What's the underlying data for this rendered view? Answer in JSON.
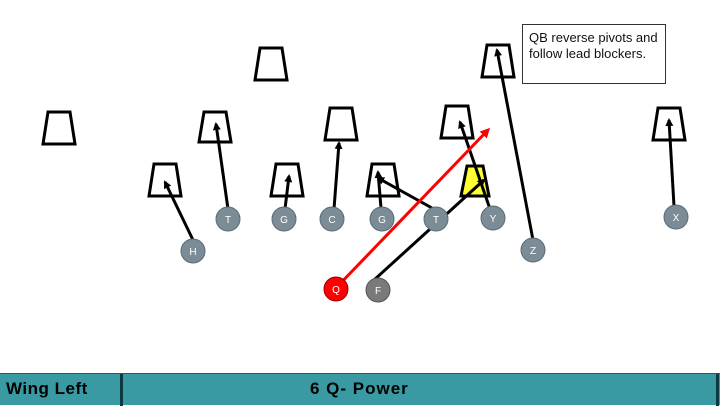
{
  "note": "QB reverse pivots and follow lead blockers.",
  "footer": {
    "formation": "Wing Left",
    "play": "6 Q- Power"
  },
  "colors": {
    "offense": "#7b8c97",
    "qb": "#ff0000",
    "fullback": "#7a7a7a",
    "defender_fill": "#ffffff",
    "highlight": "#ffff33",
    "qb_route": "#ff0000",
    "route": "#000000",
    "footer": "#3a9aa3"
  },
  "offense": [
    {
      "label": "T",
      "id": "left-tackle"
    },
    {
      "label": "G",
      "id": "left-guard"
    },
    {
      "label": "C",
      "id": "center"
    },
    {
      "label": "G",
      "id": "right-guard"
    },
    {
      "label": "T",
      "id": "right-tackle"
    },
    {
      "label": "Y",
      "id": "tight-end"
    },
    {
      "label": "X",
      "id": "split-end"
    },
    {
      "label": "H",
      "id": "wing-back"
    },
    {
      "label": "Z",
      "id": "flanker"
    },
    {
      "label": "Q",
      "id": "quarterback"
    },
    {
      "label": "F",
      "id": "fullback"
    }
  ]
}
